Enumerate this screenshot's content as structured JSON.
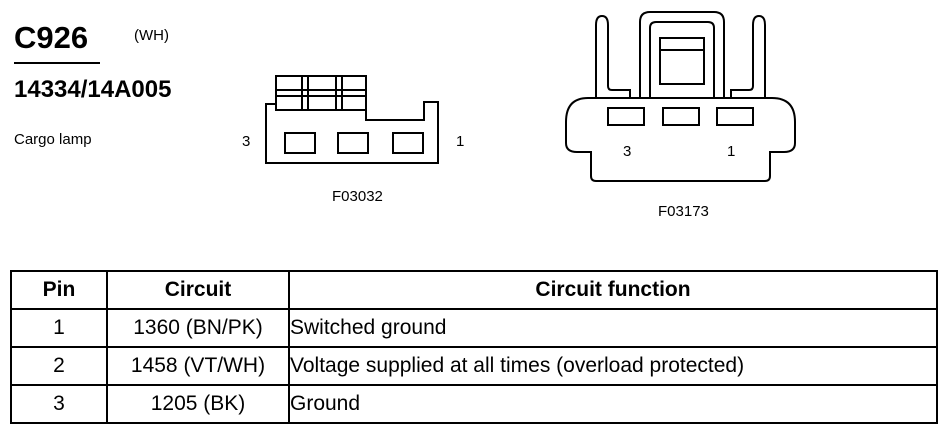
{
  "header": {
    "connector_code": "C926",
    "wire_color": "(WH)",
    "part_number": "14334/14A005",
    "description": "Cargo lamp"
  },
  "figure_left": {
    "label": "F03032",
    "pin_left": "3",
    "pin_right": "1"
  },
  "figure_right": {
    "label": "F03173",
    "pin_left": "3",
    "pin_right": "1"
  },
  "table": {
    "headers": [
      "Pin",
      "Circuit",
      "Circuit function"
    ],
    "rows": [
      {
        "pin": "1",
        "circuit": "1360 (BN/PK)",
        "function": "Switched ground"
      },
      {
        "pin": "2",
        "circuit": "1458 (VT/WH)",
        "function": "Voltage supplied at all times (overload protected)"
      },
      {
        "pin": "3",
        "circuit": "1205 (BK)",
        "function": "Ground"
      }
    ]
  }
}
